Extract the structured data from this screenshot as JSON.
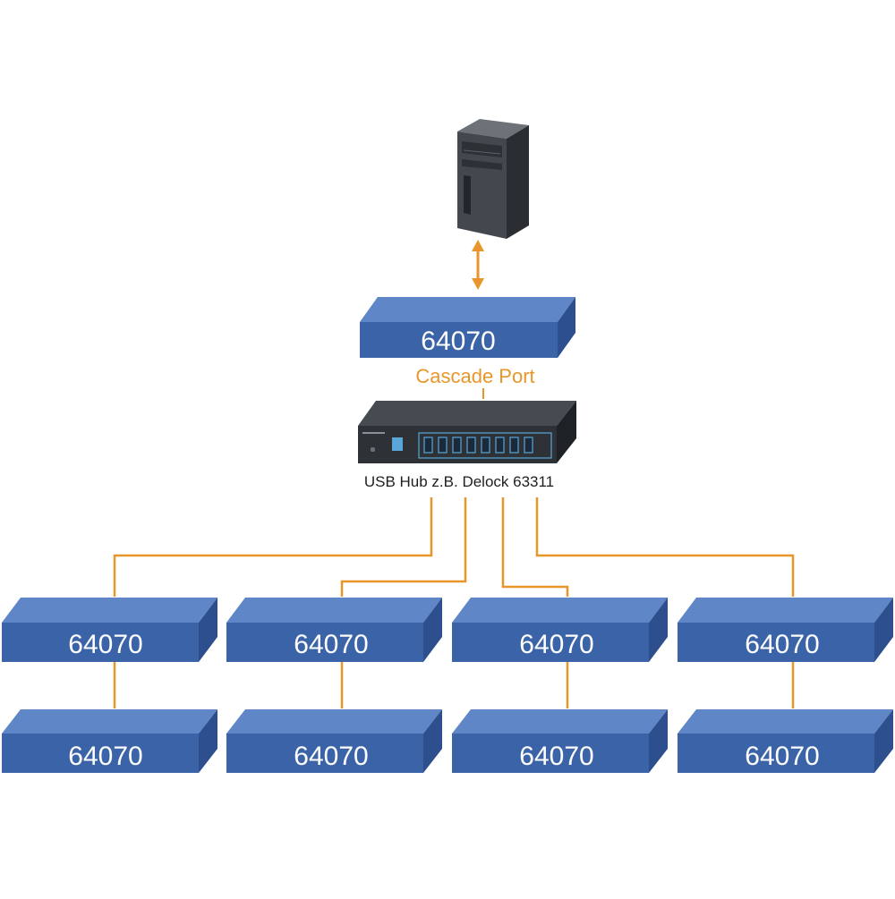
{
  "diagram": {
    "top_box": {
      "label": "64070"
    },
    "cascade_label": "Cascade Port",
    "hub_label": "USB Hub z.B. Delock 63311",
    "branches": [
      {
        "upper": "64070",
        "lower": "64070"
      },
      {
        "upper": "64070",
        "lower": "64070"
      },
      {
        "upper": "64070",
        "lower": "64070"
      },
      {
        "upper": "64070",
        "lower": "64070"
      }
    ],
    "colors": {
      "box_front": "#3a63a8",
      "box_top": "#5f86c6",
      "box_side": "#2d4f8e",
      "connector": "#e8962a",
      "hub_body": "#2e3236",
      "hub_ports": "#5aa6d8",
      "tower": "#3b3f45"
    },
    "icons": [
      "computer-tower-icon",
      "usb-hub-icon",
      "double-arrow-icon"
    ]
  }
}
